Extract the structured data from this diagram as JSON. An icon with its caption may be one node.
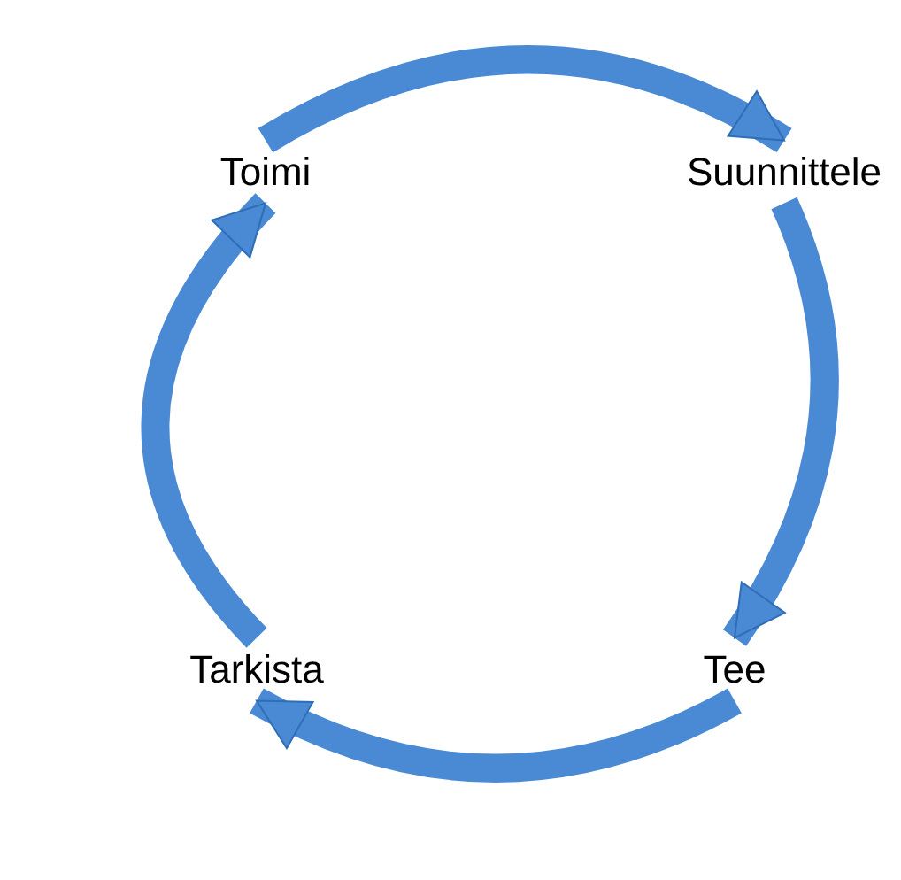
{
  "diagram": {
    "nodes": [
      {
        "text": [
          "Toimi"
        ]
      },
      {
        "text": [
          "Suunnittele"
        ]
      },
      {
        "text": [
          "Tee"
        ]
      },
      {
        "text": [
          "Tarkista"
        ]
      }
    ],
    "edges": [
      {
        "from": 0,
        "to": 1,
        "arrow": "to"
      },
      {
        "from": 1,
        "to": 2,
        "arrow": "to"
      },
      {
        "from": 2,
        "to": 3,
        "arrow": "to"
      },
      {
        "from": 3,
        "to": 0,
        "arrow": "to"
      }
    ]
  }
}
